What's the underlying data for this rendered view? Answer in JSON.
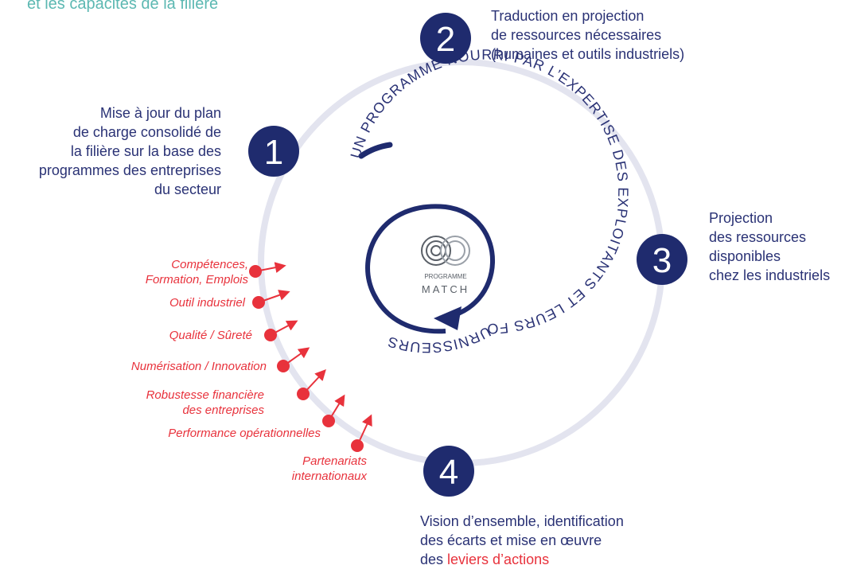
{
  "header_text": "et les capacités de la filière",
  "colors": {
    "navy": "#1f2b6e",
    "ring": "#e3e4ef",
    "teal": "#5cb8b2",
    "red": "#e8323c",
    "text": "#2a3275"
  },
  "steps": [
    {
      "number": "1",
      "lines": [
        "Mise à jour du plan",
        "de charge consolidé de",
        "la filière sur la base des",
        "programmes des entreprises",
        "du secteur"
      ]
    },
    {
      "number": "2",
      "lines": [
        "Traduction en projection",
        "de ressources nécessaires",
        "(humaines et outils industriels)"
      ]
    },
    {
      "number": "3",
      "lines": [
        "Projection",
        "des ressources",
        "disponibles",
        "chez les industriels"
      ]
    },
    {
      "number": "4",
      "lines": [
        "Vision d’ensemble, identification",
        "des écarts et mise en œuvre"
      ],
      "last_line_prefix": "des ",
      "last_line_highlight": "leviers d’actions"
    }
  ],
  "spiral_text": "UN PROGRAMME NOURRI PAR L’EXPERTISE DES EXPLOITANTS ET LEURS FOURNISSEURS",
  "logo": {
    "line1": "PROGRAMME",
    "line2": "MATCH"
  },
  "levers": [
    [
      "Compétences,",
      "Formation, Emplois"
    ],
    [
      "Outil industriel"
    ],
    [
      "Qualité / Sûreté"
    ],
    [
      "Numérisation / Innovation"
    ],
    [
      "Robustesse financière",
      "des entreprises"
    ],
    [
      "Performance opérationnelles"
    ],
    [
      "Partenariats",
      "internationaux"
    ]
  ]
}
